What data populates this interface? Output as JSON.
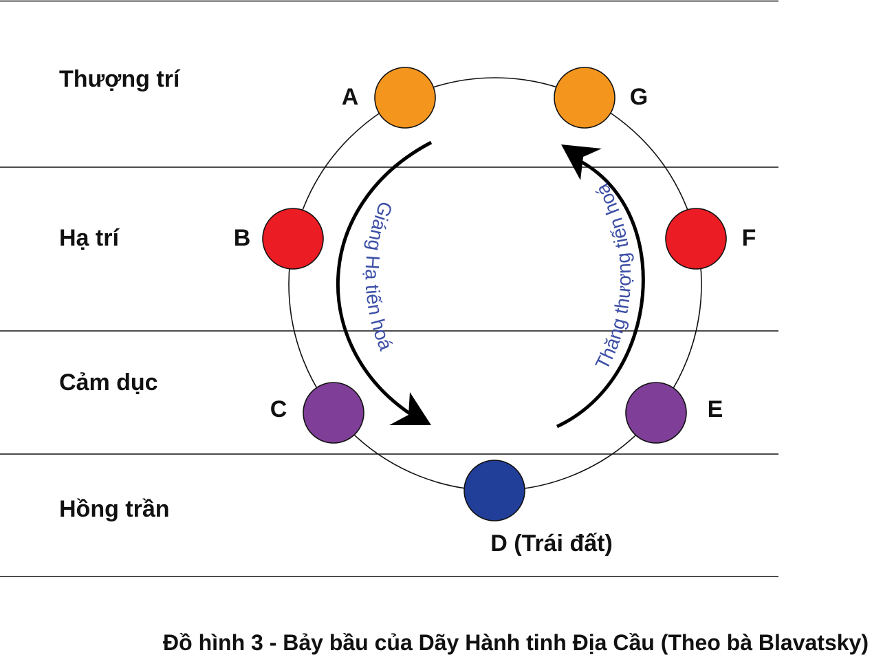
{
  "planes": [
    {
      "id": "thuong-tri",
      "label": "Thượng trí"
    },
    {
      "id": "ha-tri",
      "label": "Hạ trí"
    },
    {
      "id": "cam-duc",
      "label": "Cảm dục"
    },
    {
      "id": "hong-tran",
      "label": "Hồng trần"
    }
  ],
  "globes": [
    {
      "id": "a",
      "label": "A",
      "color": "#f4961e"
    },
    {
      "id": "b",
      "label": "B",
      "color": "#ec1c24"
    },
    {
      "id": "c",
      "label": "C",
      "color": "#7f3f98"
    },
    {
      "id": "d",
      "label": "D (Trái đất)",
      "color": "#213f99"
    },
    {
      "id": "e",
      "label": "E",
      "color": "#7f3f98"
    },
    {
      "id": "f",
      "label": "F",
      "color": "#ec1c24"
    },
    {
      "id": "g",
      "label": "G",
      "color": "#f4961e"
    }
  ],
  "arcs": {
    "descent": "Giáng Hạ tiến hoá",
    "ascent": "Thăng thượng tiến hoá",
    "text_color": "#3d4fa6"
  },
  "caption": "Đồ hình 3 - Bảy bầu của Dãy Hành tinh Địa Cầu (Theo bà Blavatsky)"
}
